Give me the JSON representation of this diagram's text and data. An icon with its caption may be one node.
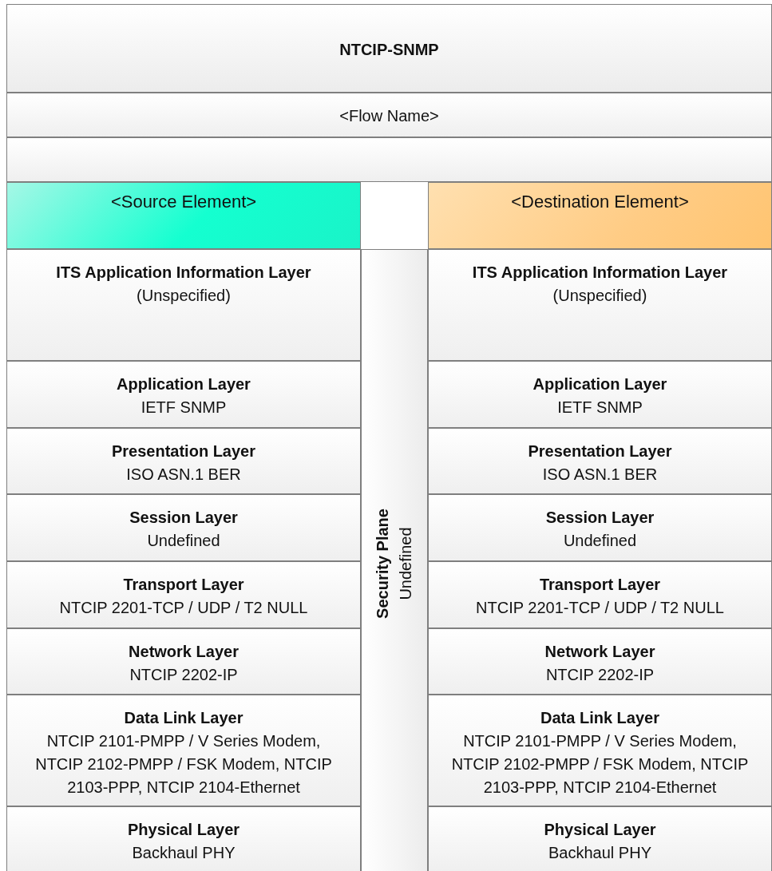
{
  "diagram": {
    "nodes": [
      {
        "text": [
          "NTCIP-SNMP"
        ]
      },
      {
        "text": [
          "<Flow Name>"
        ]
      },
      {
        "text": [],
        "shape": "box"
      },
      {
        "text": [
          "<Source Element>"
        ]
      },
      {
        "text": [
          "<Destination Element>"
        ]
      },
      {
        "text": [
          "ITS Application Information Layer",
          "(Unspecified)"
        ]
      },
      {
        "text": [
          "Application Layer",
          "IETF SNMP"
        ]
      },
      {
        "text": [
          "Presentation Layer",
          "ISO ASN.1 BER"
        ]
      },
      {
        "text": [
          "Session Layer",
          "Undefined"
        ]
      },
      {
        "text": [
          "Transport Layer",
          "NTCIP 2201-TCP / UDP / T2 NULL"
        ]
      },
      {
        "text": [
          "Network Layer",
          "NTCIP 2202-IP"
        ]
      },
      {
        "text": [
          "Data Link Layer",
          "NTCIP 2101-PMPP / V Series Modem, NTCIP 2102-PMPP / FSK Modem, NTCIP 2103-PPP, NTCIP 2104-Ethernet"
        ]
      },
      {
        "text": [
          "Physical Layer",
          "Backhaul PHY"
        ]
      },
      {
        "text": [
          "Security Plane",
          "Undefined"
        ]
      },
      {
        "text": [
          "ITS Application Information Layer",
          "(Unspecified)"
        ]
      },
      {
        "text": [
          "Application Layer",
          "IETF SNMP"
        ]
      },
      {
        "text": [
          "Presentation Layer",
          "ISO ASN.1 BER"
        ]
      },
      {
        "text": [
          "Session Layer",
          "Undefined"
        ]
      },
      {
        "text": [
          "Transport Layer",
          "NTCIP 2201-TCP / UDP / T2 NULL"
        ]
      },
      {
        "text": [
          "Network Layer",
          "NTCIP 2202-IP"
        ]
      },
      {
        "text": [
          "Data Link Layer",
          "NTCIP 2101-PMPP / V Series Modem, NTCIP 2102-PMPP / FSK Modem, NTCIP 2103-PPP, NTCIP 2104-Ethernet"
        ]
      },
      {
        "text": [
          "Physical Layer",
          "Backhaul PHY"
        ]
      }
    ]
  }
}
